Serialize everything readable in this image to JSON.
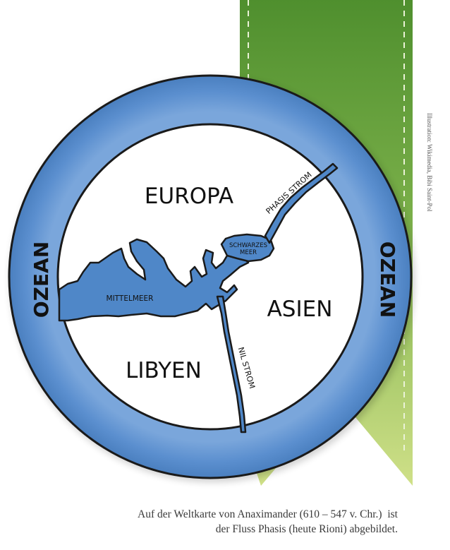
{
  "map": {
    "labels": {
      "europa": "EUROPA",
      "asien": "ASIEN",
      "libyen": "LIBYEN",
      "ozean_left": "OZEAN",
      "ozean_right": "OZEAN",
      "mittelmeer": "MITTELMEER",
      "schwarzes_line1": "SCHWARZES",
      "schwarzes_line2": "MEER",
      "phasis": "PHASIS STROM",
      "nil": "NIL STROM"
    },
    "colors": {
      "water": "#4f87c8",
      "ring": "#5b8fcf",
      "ring_outline": "#1a1a1a",
      "land": "#ffffff",
      "ribbon_dark": "#6ea63a",
      "ribbon_light": "#c9dc7a"
    }
  },
  "caption": {
    "line1": "Auf der Weltkarte von Anaximander (610 – 547 v. Chr.)  ist",
    "line2": "der Fluss Phasis (heute Rioni) abgebildet."
  },
  "credit": "Illustration: Wikimedia, Bibi Saint-Pol"
}
